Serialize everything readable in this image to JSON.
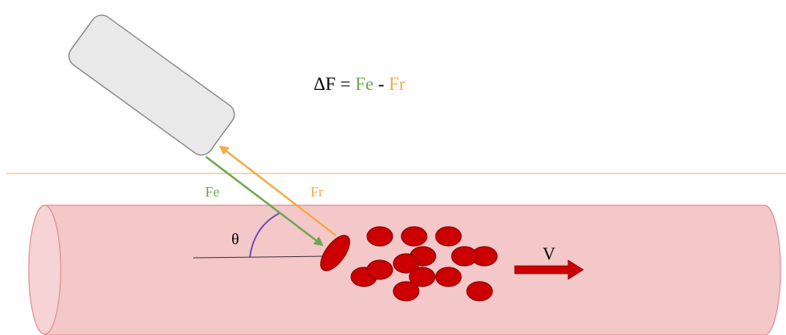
{
  "equation": {
    "lhs": "ΔF = ",
    "emitted": "Fe",
    "separator": " - ",
    "received": "Fr"
  },
  "labels": {
    "emitted_beam": "Fe",
    "received_beam": "Fr",
    "angle": "θ",
    "velocity": "V"
  },
  "colors": {
    "emitted": "#6aa84f",
    "received": "#f6a94a",
    "vessel_fill": "#f4c7c9",
    "vessel_stroke": "#e48a8f",
    "red_cell": "#cc0000",
    "red_cell_stroke": "#8b0000",
    "skin_line": "#f3c79a",
    "angle_arc": "#6a4fb5",
    "probe_fill": "#e9e9e9",
    "probe_stroke": "#8a8a8a",
    "velocity_arrow": "#cc0000"
  }
}
